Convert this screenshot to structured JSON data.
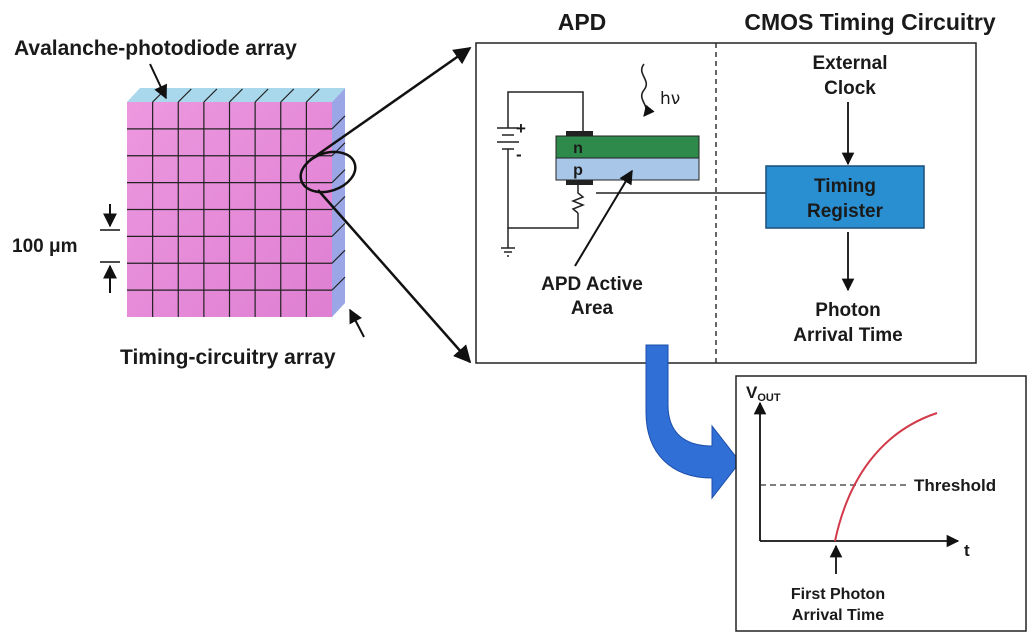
{
  "labels": {
    "avalanche_array": "Avalanche-photodiode array",
    "pitch_value": "100 μm",
    "timing_array": "Timing-circuitry array",
    "apd_header": "APD",
    "cmos_header": "CMOS Timing Circuitry",
    "external_clock_line1": "External",
    "external_clock_line2": "Clock",
    "timing_register_line1": "Timing",
    "timing_register_line2": "Register",
    "photon_arrival_line1": "Photon",
    "photon_arrival_line2": "Arrival Time",
    "apd_active_line1": "APD Active",
    "apd_active_line2": "Area",
    "hv": "hν",
    "n_layer": "n",
    "p_layer": "p",
    "battery_plus": "+",
    "battery_minus": "-",
    "vout_main": "V",
    "vout_sub": "OUT",
    "threshold": "Threshold",
    "time_axis": "t",
    "first_photon_line1": "First Photon",
    "first_photon_line2": "Arrival Time"
  },
  "colors": {
    "array_face": "#e48ad8",
    "array_top": "#a9d8ec",
    "array_side": "#9aa6e6",
    "n_layer": "#2e8a4a",
    "p_layer": "#a8c6e8",
    "timing_register": "#2a8fd0",
    "big_arrow": "#2f6fd6",
    "signal_curve": "#d23a4a"
  }
}
